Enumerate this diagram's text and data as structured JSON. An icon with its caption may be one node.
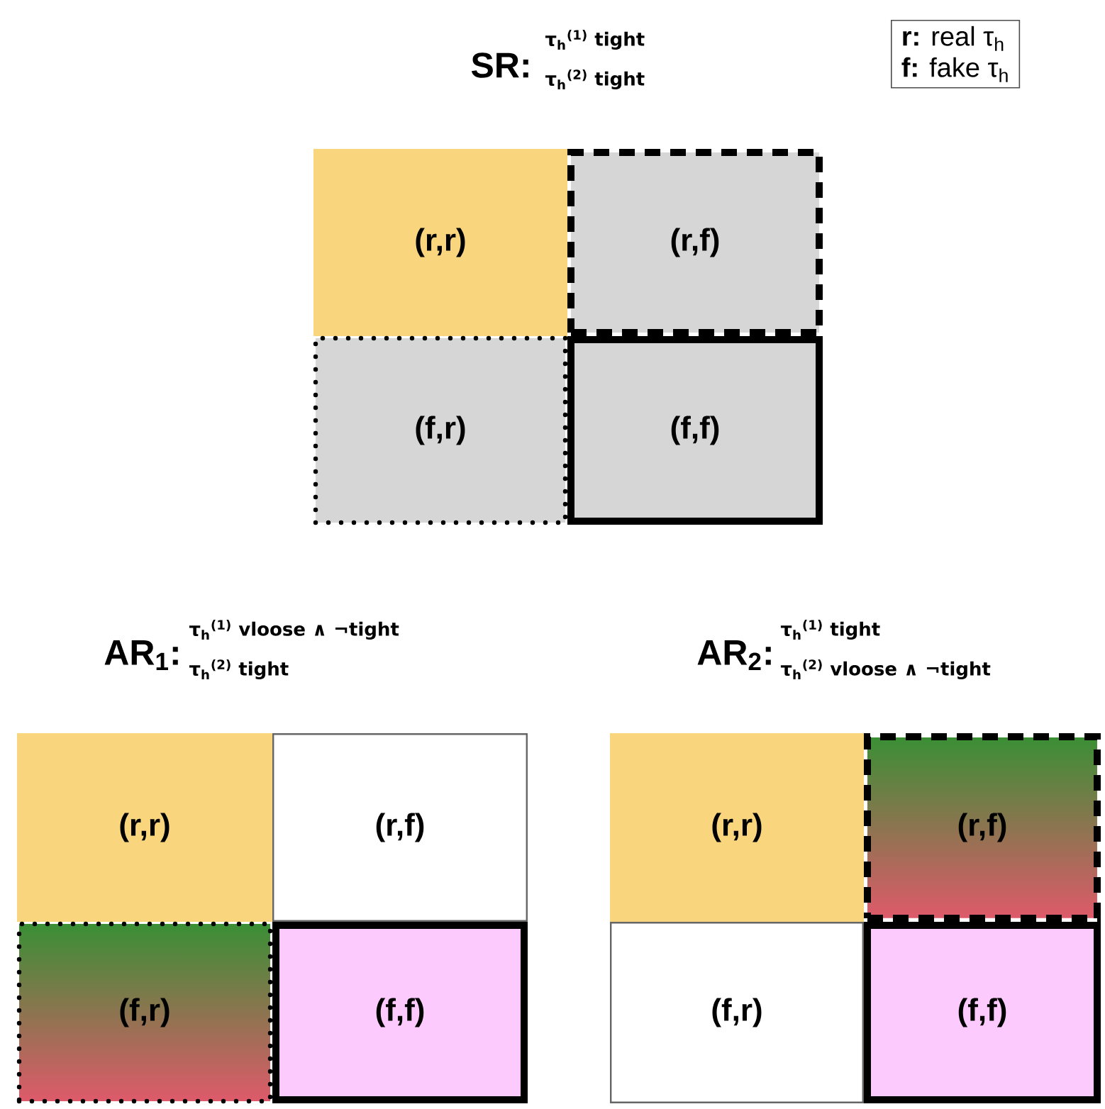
{
  "diagram": {
    "nodes": [
      {
        "text": [
          "(r,r)"
        ]
      },
      {
        "text": [
          "(r,f)"
        ]
      },
      {
        "text": [
          "(f,r)"
        ]
      },
      {
        "text": [
          "(f,f)"
        ]
      },
      {
        "text": [
          "**r:** real τ$_{h}$",
          "**f:** fake τ$_{h}$"
        ]
      },
      {
        "text": [
          "(r,r)"
        ]
      },
      {
        "text": [
          "(r,f)"
        ]
      },
      {
        "text": [
          "(f,r)"
        ]
      },
      {
        "text": [
          "(f,f)"
        ]
      },
      {
        "text": [
          "(r,r)"
        ]
      },
      {
        "text": [
          "(r,f)"
        ]
      },
      {
        "text": [
          "(f,r)"
        ]
      },
      {
        "text": [
          "(f,f)"
        ]
      }
    ],
    "labels": [
      "SR:",
      "τ$_{h}$$^{(1)}$ tight",
      "τ$_{h}$$^{(2)}$ tight",
      "AR$_{1}$:",
      "τ$_{h}$$^{(1)}$ vloose ∧ ¬tight",
      "τ$_{h}$$^{(2)}$ tight",
      "AR$_{2}$:",
      "τ$_{h}$$^{(1)}$ tight",
      "τ$_{h}$$^{(2)}$ vloose ∧ ¬tight"
    ]
  }
}
